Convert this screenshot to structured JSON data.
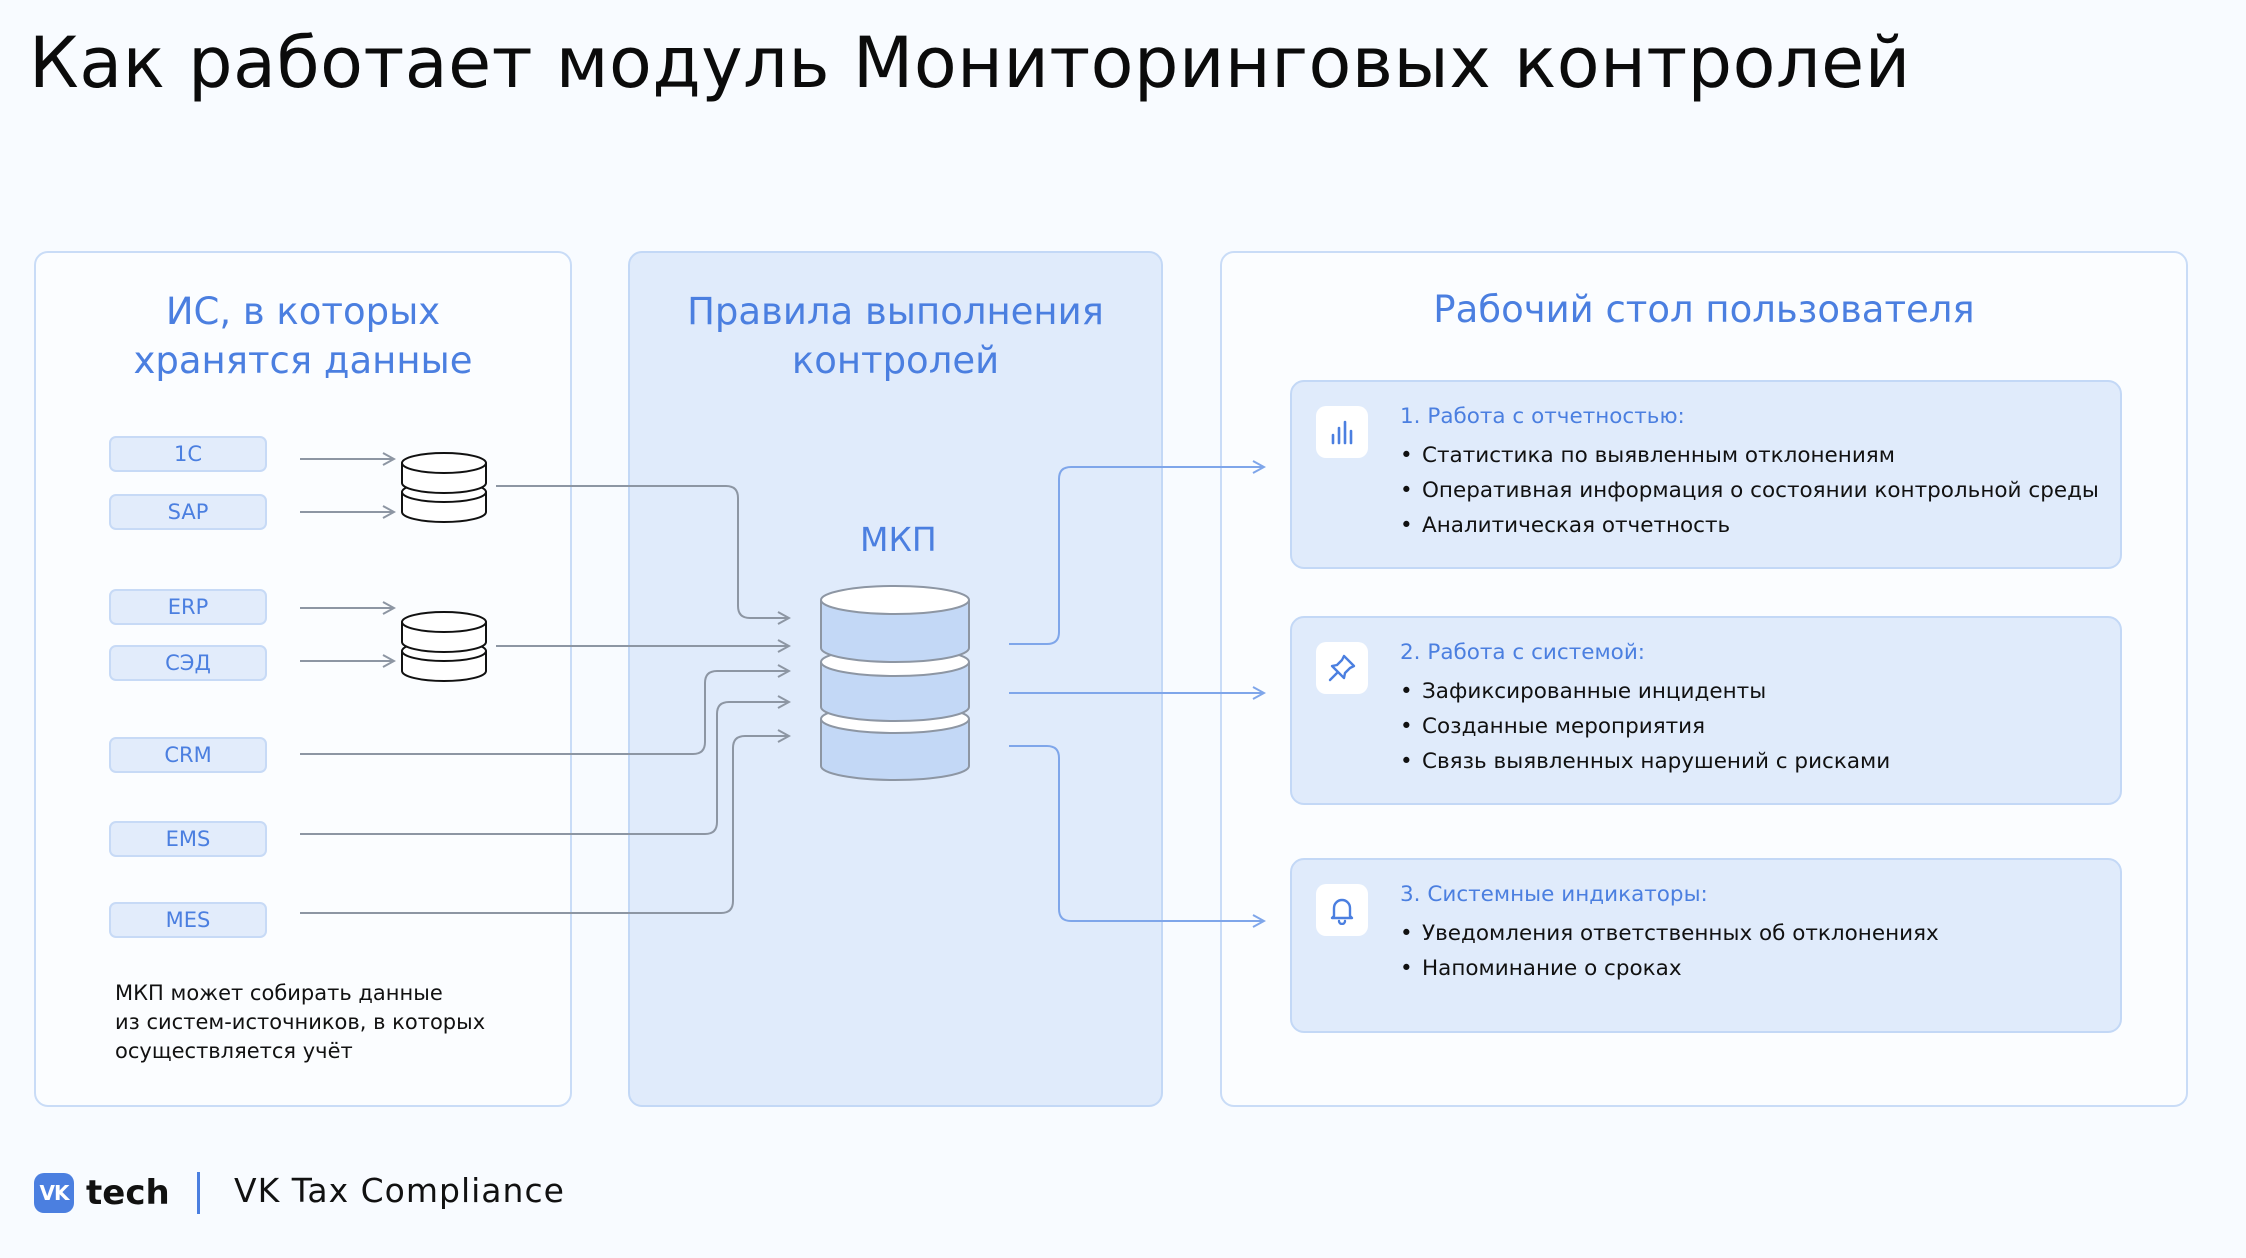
{
  "title": "Как работает модуль Мониторинговых контролей",
  "panels": {
    "sources": {
      "title_line1": "ИС, в которых",
      "title_line2": "хранятся данные",
      "systems": [
        "1С",
        "SAP",
        "ERP",
        "СЭД",
        "CRM",
        "EMS",
        "MES"
      ],
      "note_line1": "МКП может собирать данные",
      "note_line2": "из систем-источников, в которых",
      "note_line3": "осуществляется учёт"
    },
    "rules": {
      "title_line1": "Правила выполнения",
      "title_line2": "контролей",
      "hub_label": "МКП"
    },
    "desktop": {
      "title": "Рабочий стол пользователя",
      "cards": [
        {
          "icon": "bar-chart-icon",
          "heading": "1. Работа с отчетностью:",
          "items": [
            "Статистика по выявленным отклонениям",
            "Оперативная информация о состоянии контрольной среды",
            "Аналитическая отчетность"
          ]
        },
        {
          "icon": "pin-icon",
          "heading": "2. Работа с системой:",
          "items": [
            "Зафиксированные инциденты",
            "Созданные мероприятия",
            "Связь выявленных нарушений с рисками"
          ]
        },
        {
          "icon": "bell-icon",
          "heading": "3. Системные индикаторы:",
          "items": [
            "Уведомления ответственных об отклонениях",
            "Напоминание о сроках"
          ]
        }
      ]
    }
  },
  "footer": {
    "vk_badge": "VK",
    "brand": "tech",
    "product": "VK Tax Compliance"
  },
  "colors": {
    "accent": "#4b7fe0",
    "panel_border": "#c9dcf7",
    "mid_panel_bg": "#e0ebfb",
    "system_bg": "#e2ecfb",
    "connector": "#8d96a3",
    "connector_out": "#7fa6ea"
  }
}
